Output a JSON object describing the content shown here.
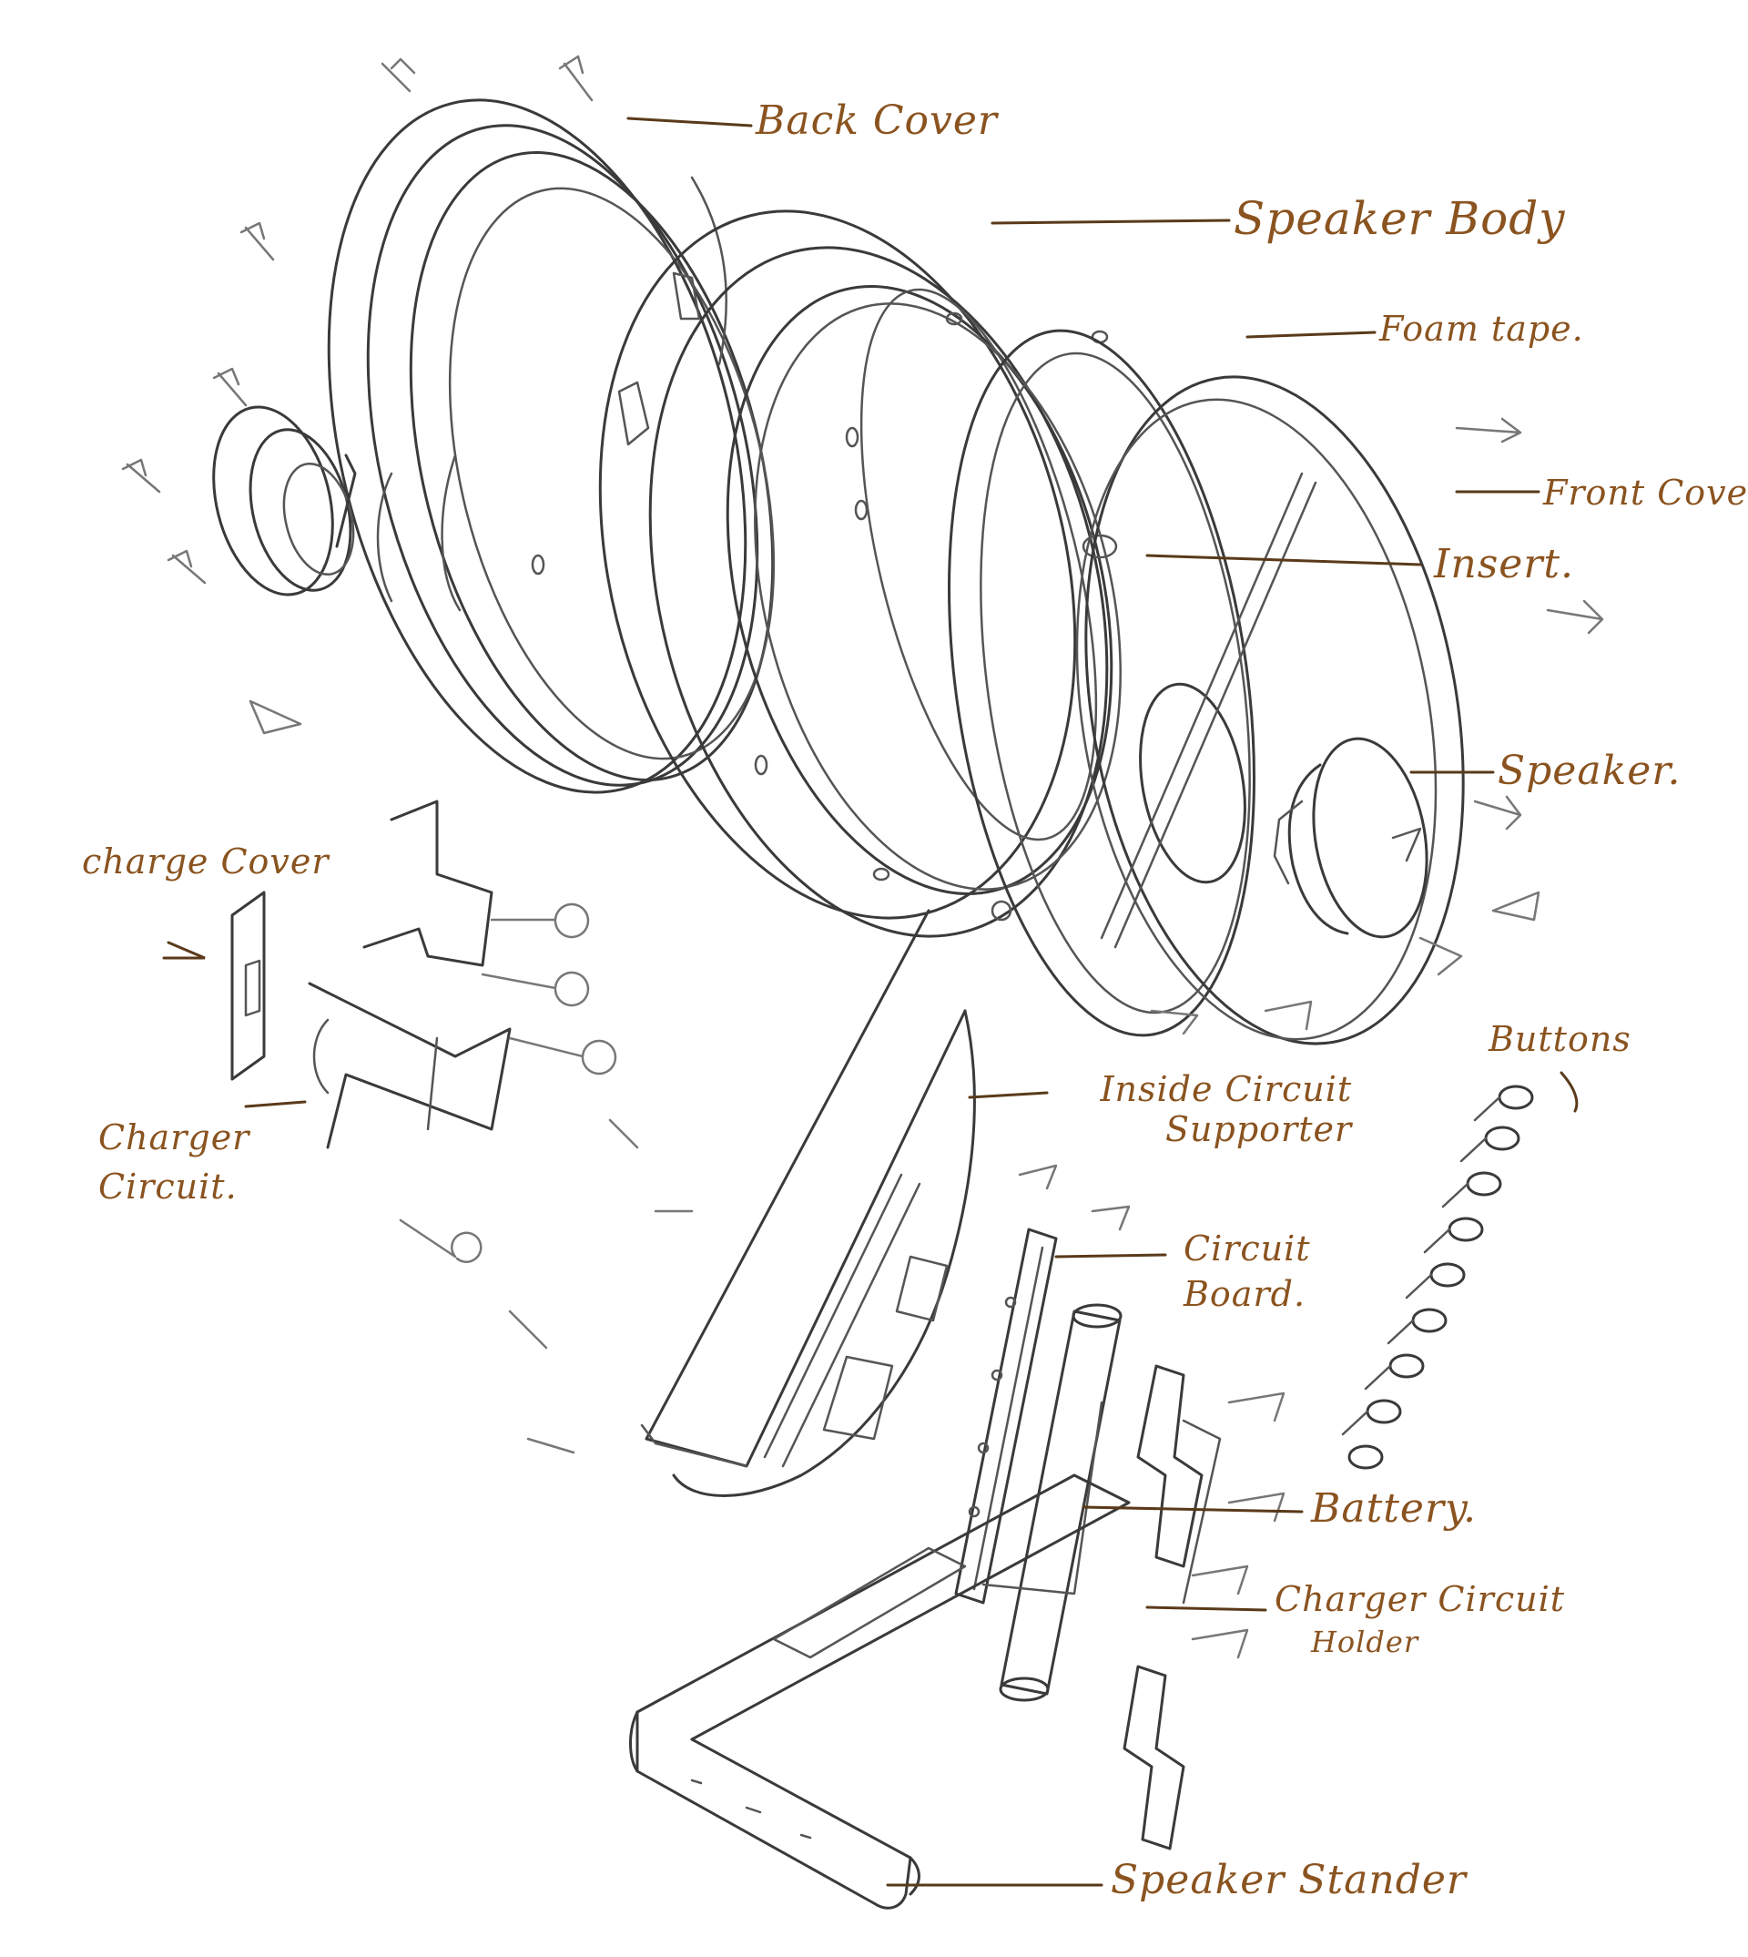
{
  "labels": {
    "back_cover": "Back Cover",
    "speaker_body": "Speaker Body",
    "foam_tape": "Foam tape.",
    "front_cover": "Front Cover",
    "insert": "Insert.",
    "speaker": "Speaker.",
    "charge_cover": "charge Cover",
    "buttons": "Buttons",
    "charger_circuit_line1": "Charger",
    "charger_circuit_line2": "Circuit.",
    "inside_circuit_supporter_line1": "Inside Circuit",
    "inside_circuit_supporter_line2": "Supporter",
    "circuit_board_line1": "Circuit",
    "circuit_board_line2": "Board.",
    "battery": "Battery.",
    "charger_circuit_holder_line1": "Charger Circuit",
    "charger_circuit_holder_line2": "Holder",
    "speaker_stander": "Speaker Stander"
  },
  "colors": {
    "label_ink": "#8a531f",
    "line_ink": "#3a3a3a",
    "leader_ink": "#5a3a1a"
  }
}
